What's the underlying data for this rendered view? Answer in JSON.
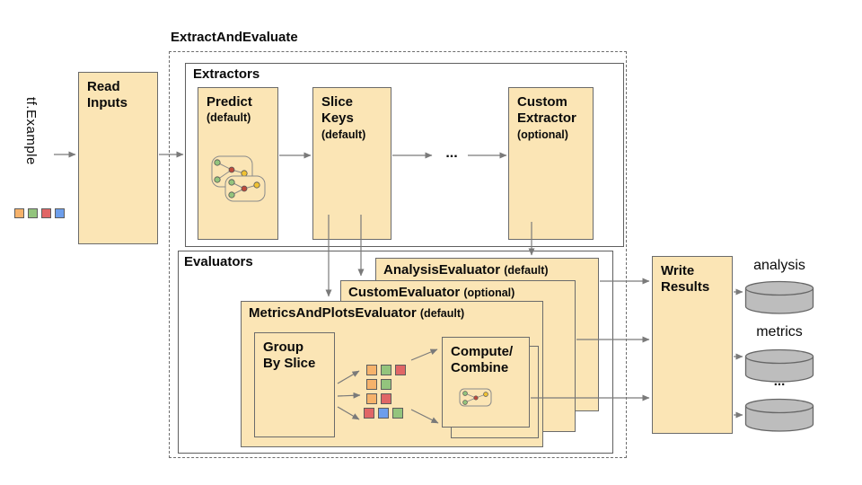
{
  "palette": {
    "box_fill": "#FBE5B5",
    "box_border": "#6b6b6b",
    "arrow": "#7a7a7a",
    "square_orange": "#F6B26B",
    "square_green": "#93C47D",
    "square_red": "#E06666",
    "square_blue": "#6D9EEB",
    "cylinder_fill": "#BDBDBD",
    "node_green": "#93C47D",
    "node_red": "#BE4B3C",
    "node_yellow": "#F1C232"
  },
  "input": {
    "label": "tf.Example",
    "squares": [
      "square_orange",
      "square_green",
      "square_red",
      "square_blue"
    ]
  },
  "read_inputs": {
    "line1": "Read",
    "line2": "Inputs"
  },
  "containers": {
    "extract_and_evaluate": "ExtractAndEvaluate",
    "extractors": "Extractors",
    "evaluators": "Evaluators"
  },
  "extractors": {
    "predict": {
      "name": "Predict",
      "qualifier": "(default)"
    },
    "slice_keys": {
      "line1": "Slice",
      "line2": "Keys",
      "qualifier": "(default)"
    },
    "ellipsis": "...",
    "custom": {
      "line1": "Custom",
      "line2": "Extractor",
      "qualifier": "(optional)"
    }
  },
  "evaluators": {
    "analysis": {
      "name": "AnalysisEvaluator",
      "qualifier": "(default)"
    },
    "custom": {
      "name": "CustomEvaluator",
      "qualifier": "(optional)"
    },
    "metrics_and_plots": {
      "name": "MetricsAndPlotsEvaluator",
      "qualifier": "(default)"
    },
    "group_by_slice": {
      "line1": "Group",
      "line2": "By Slice"
    },
    "compute_combine": {
      "line1": "Compute/",
      "line2": "Combine"
    },
    "slice_grid": [
      [
        "square_orange",
        "square_green",
        "square_red"
      ],
      [
        "square_orange",
        "square_green"
      ],
      [
        "square_orange",
        "square_red"
      ],
      [
        "square_red",
        "square_blue",
        "square_green"
      ]
    ]
  },
  "write_results": {
    "line1": "Write",
    "line2": "Results"
  },
  "outputs": [
    {
      "label": "analysis"
    },
    {
      "label": "metrics"
    },
    {
      "label": "..."
    }
  ]
}
